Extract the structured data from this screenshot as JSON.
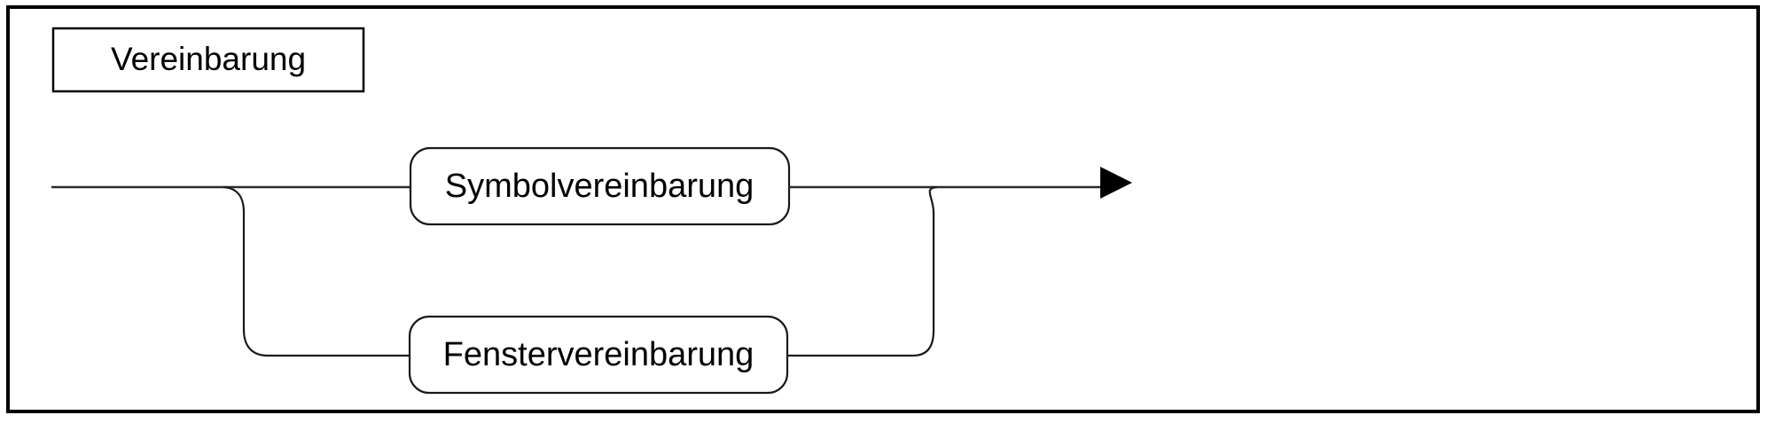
{
  "diagram": {
    "kind": "railroad-syntax-diagram",
    "title": "Vereinbarung",
    "entry_label": "",
    "exit_label": "",
    "background_color": "#ffffff",
    "line_color": "#1a1a1a",
    "frame_color": "#000000",
    "alternatives": [
      {
        "id": "branch-top",
        "label": "Symbolvereinbarung",
        "shape": "rounded-rect",
        "row": 1
      },
      {
        "id": "branch-bottom",
        "label": "Fenstervereinbarung",
        "shape": "rounded-rect",
        "row": 2
      }
    ],
    "icons": {
      "exit_arrow": "triangle-right-icon"
    }
  }
}
